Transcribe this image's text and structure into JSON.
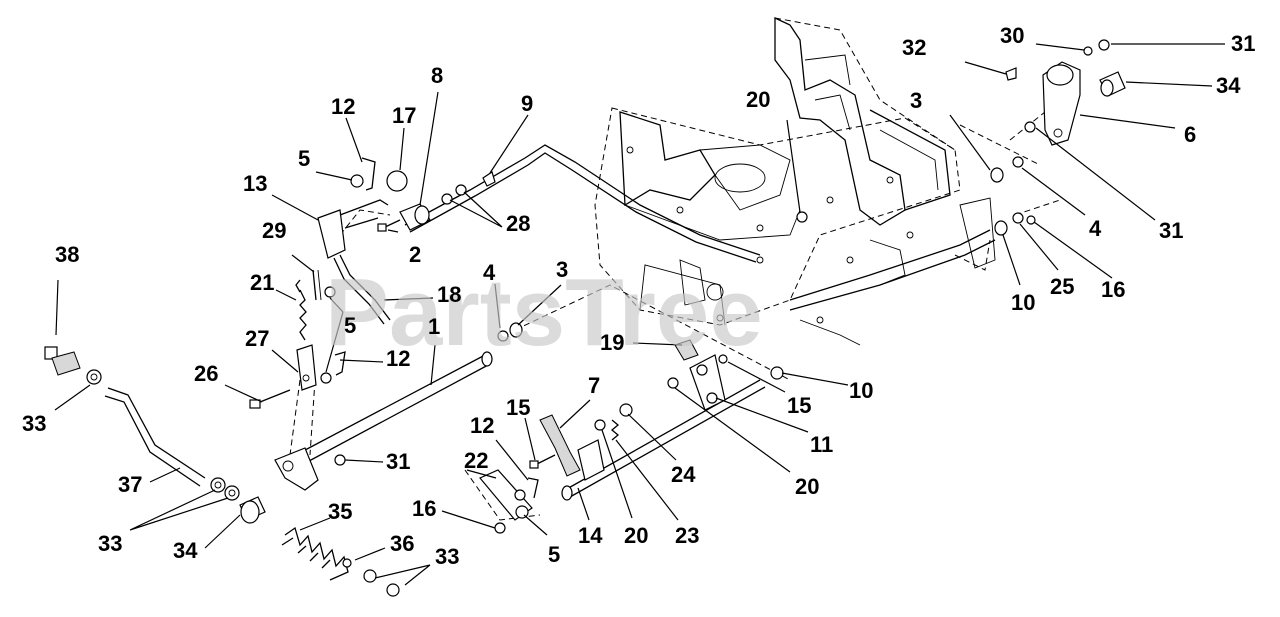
{
  "watermark": "PartsTree",
  "callouts": [
    {
      "id": "c-38",
      "label": "38"
    },
    {
      "id": "c-33a",
      "label": "33"
    },
    {
      "id": "c-37",
      "label": "37"
    },
    {
      "id": "c-33b",
      "label": "33"
    },
    {
      "id": "c-34a",
      "label": "34"
    },
    {
      "id": "c-35",
      "label": "35"
    },
    {
      "id": "c-36",
      "label": "36"
    },
    {
      "id": "c-33c",
      "label": "33"
    },
    {
      "id": "c-21",
      "label": "21"
    },
    {
      "id": "c-27",
      "label": "27"
    },
    {
      "id": "c-26",
      "label": "26"
    },
    {
      "id": "c-29",
      "label": "29"
    },
    {
      "id": "c-13",
      "label": "13"
    },
    {
      "id": "c-5a",
      "label": "5"
    },
    {
      "id": "c-12a",
      "label": "12"
    },
    {
      "id": "c-17",
      "label": "17"
    },
    {
      "id": "c-8",
      "label": "8"
    },
    {
      "id": "c-2",
      "label": "2"
    },
    {
      "id": "c-9",
      "label": "9"
    },
    {
      "id": "c-28",
      "label": "28"
    },
    {
      "id": "c-18",
      "label": "18"
    },
    {
      "id": "c-5b",
      "label": "5"
    },
    {
      "id": "c-12b",
      "label": "12"
    },
    {
      "id": "c-1",
      "label": "1"
    },
    {
      "id": "c-31a",
      "label": "31"
    },
    {
      "id": "c-4a",
      "label": "4"
    },
    {
      "id": "c-3a",
      "label": "3"
    },
    {
      "id": "c-19",
      "label": "19"
    },
    {
      "id": "c-7",
      "label": "7"
    },
    {
      "id": "c-15a",
      "label": "15"
    },
    {
      "id": "c-12c",
      "label": "12"
    },
    {
      "id": "c-22",
      "label": "22"
    },
    {
      "id": "c-16a",
      "label": "16"
    },
    {
      "id": "c-5c",
      "label": "5"
    },
    {
      "id": "c-14",
      "label": "14"
    },
    {
      "id": "c-20a",
      "label": "20"
    },
    {
      "id": "c-23",
      "label": "23"
    },
    {
      "id": "c-24",
      "label": "24"
    },
    {
      "id": "c-15b",
      "label": "15"
    },
    {
      "id": "c-11",
      "label": "11"
    },
    {
      "id": "c-20b",
      "label": "20"
    },
    {
      "id": "c-10a",
      "label": "10"
    },
    {
      "id": "c-20c",
      "label": "20"
    },
    {
      "id": "c-32",
      "label": "32"
    },
    {
      "id": "c-30",
      "label": "30"
    },
    {
      "id": "c-31b",
      "label": "31"
    },
    {
      "id": "c-34b",
      "label": "34"
    },
    {
      "id": "c-3b",
      "label": "3"
    },
    {
      "id": "c-6",
      "label": "6"
    },
    {
      "id": "c-4b",
      "label": "4"
    },
    {
      "id": "c-31c",
      "label": "31"
    },
    {
      "id": "c-10b",
      "label": "10"
    },
    {
      "id": "c-25",
      "label": "25"
    },
    {
      "id": "c-16b",
      "label": "16"
    }
  ]
}
